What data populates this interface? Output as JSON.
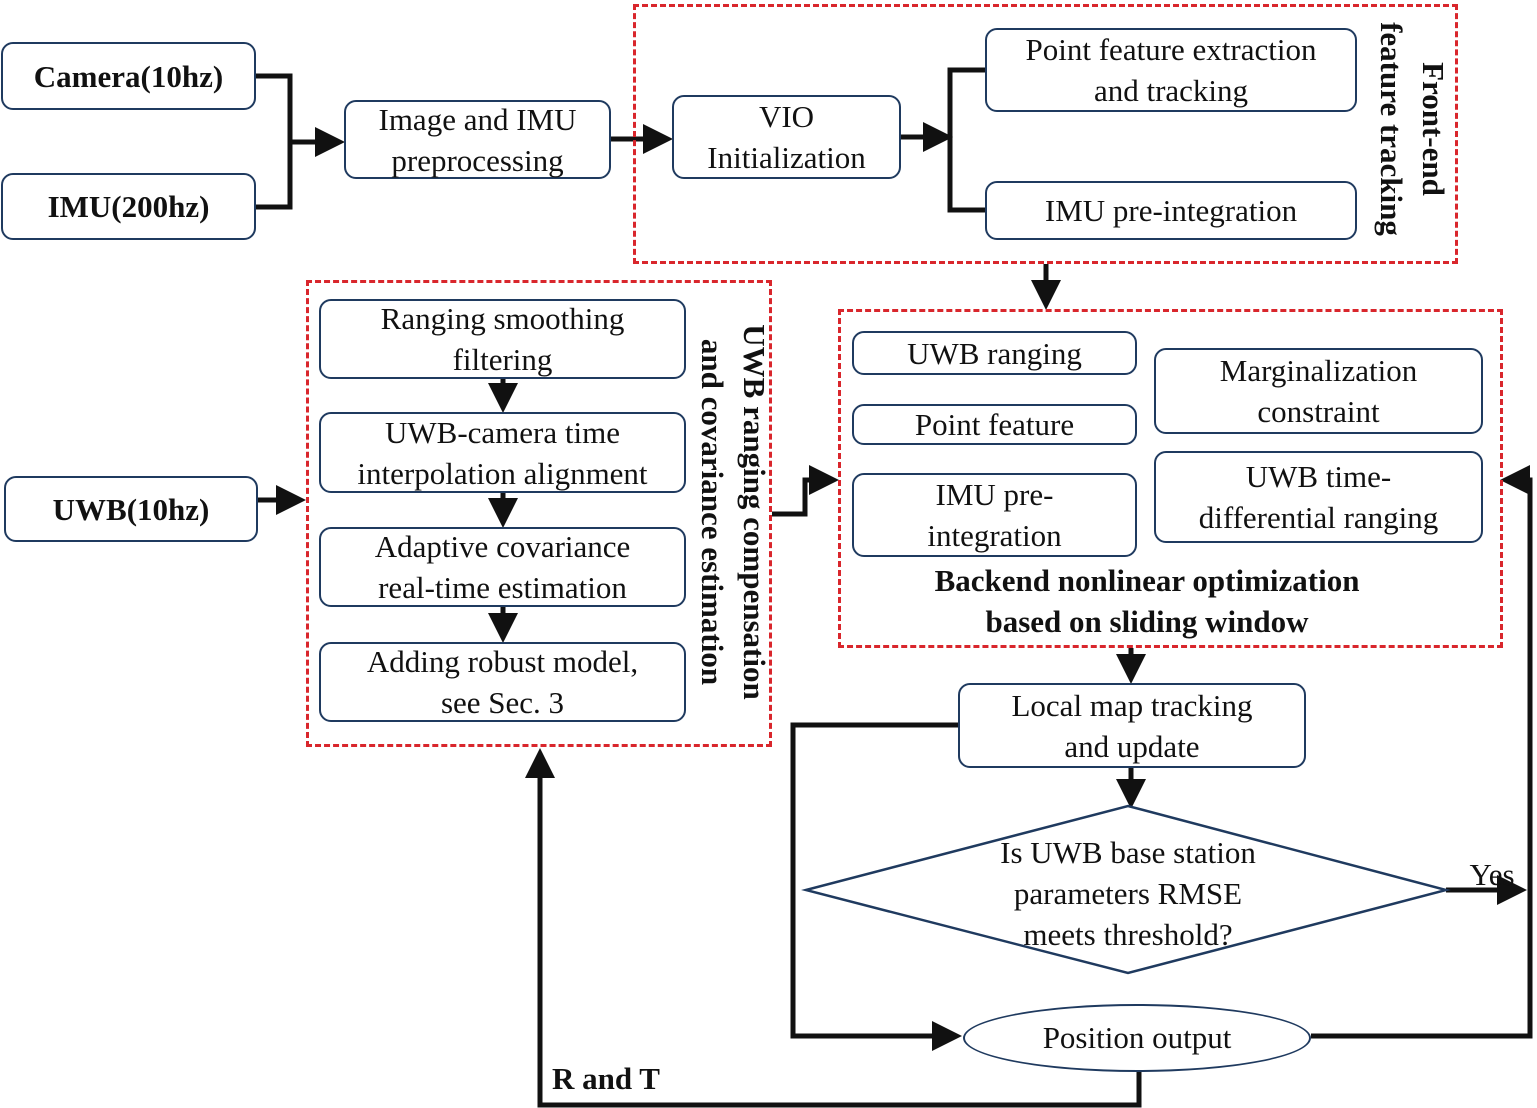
{
  "inputs": {
    "camera": "Camera(10hz)",
    "imu": "IMU(200hz)",
    "uwb": "UWB(10hz)"
  },
  "preprocessing": "Image and IMU\npreprocessing",
  "vio_init": "VIO\nInitialization",
  "front_end": {
    "title": "Front-end\nfeature tracking",
    "point_feature": "Point feature extraction\nand tracking",
    "imu_preintegration": "IMU pre-integration"
  },
  "uwb_group": {
    "title": "UWB ranging compensation\nand covariance estimation",
    "step1": "Ranging smoothing\nfiltering",
    "step2": "UWB-camera time\ninterpolation alignment",
    "step3": "Adaptive covariance\nreal-time estimation",
    "step4": "Adding robust model,\nsee Sec. 3"
  },
  "backend": {
    "title": "Backend nonlinear optimization\nbased on sliding window",
    "uwb_ranging": "UWB ranging",
    "point_feature": "Point feature",
    "imu_preintegration": "IMU pre-\nintegration",
    "marginalization": "Marginalization\nconstraint",
    "uwb_time_diff": "UWB time-\ndifferential ranging"
  },
  "local_map": "Local map tracking\nand update",
  "decision": "Is UWB base station\nparameters RMSE\nmeets threshold?",
  "yes_label": "Yes",
  "position_output": "Position output",
  "r_and_t": "R and T",
  "colors": {
    "box_border": "#1f3a5f",
    "group_border": "#d9262c",
    "arrow": "#111111"
  }
}
